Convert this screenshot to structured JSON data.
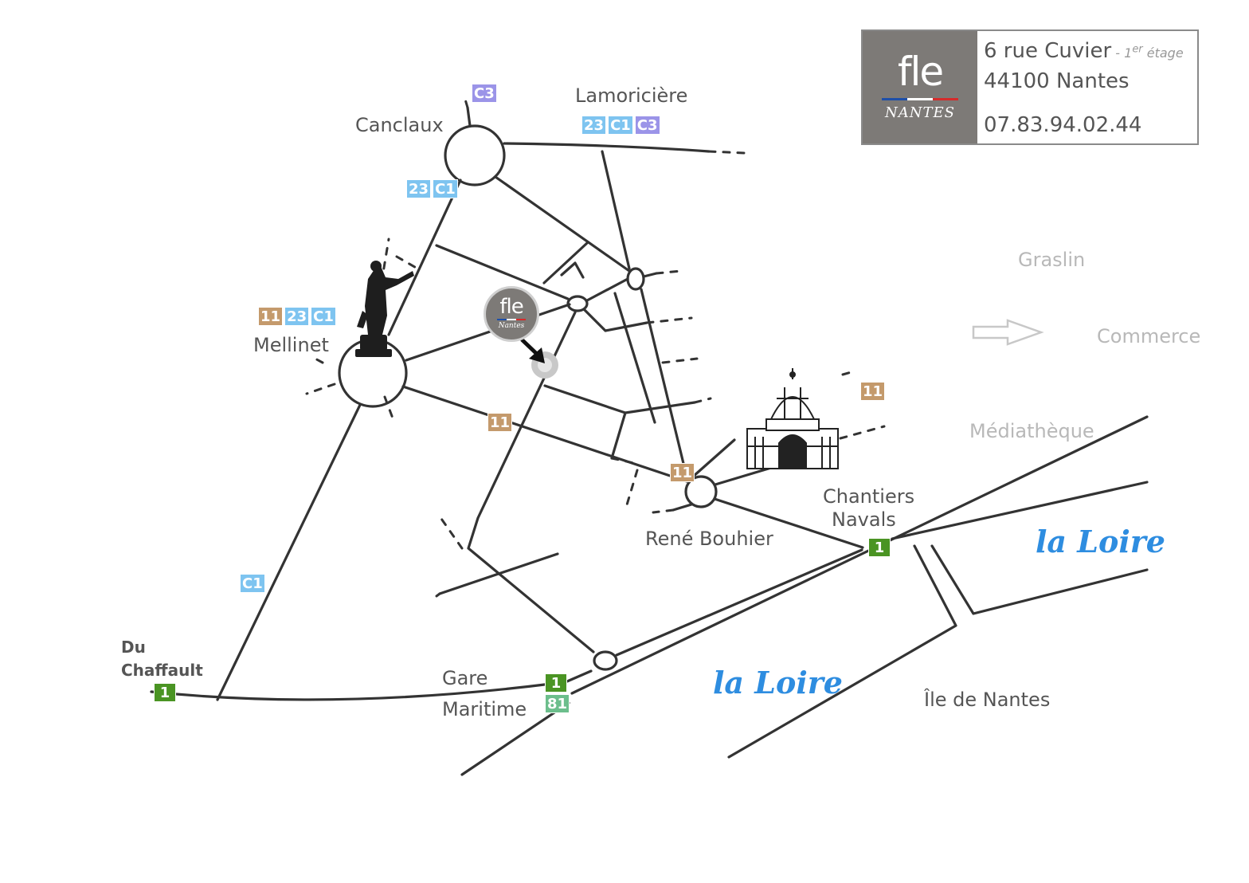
{
  "contact": {
    "logo_text": "fle",
    "logo_subtext": "NANTES",
    "street": "6 rue Cuvier",
    "floor_sep": " - ",
    "floor_num": "1",
    "floor_sup": "er",
    "floor_word": " étage",
    "postcode_city": "44100 Nantes",
    "phone": "07.83.94.02.44",
    "flag_colors": [
      "#1e4fa8",
      "#ffffff",
      "#d52b2b"
    ]
  },
  "marker": {
    "logo_text": "fle",
    "logo_subtext": "Nantes"
  },
  "places": {
    "canclaux": "Canclaux",
    "lamoriciere": "Lamoricière",
    "mellinet": "Mellinet",
    "graslin": "Graslin",
    "commerce": "Commerce",
    "mediatheque": "Médiathèque",
    "chantiers_line1": "Chantiers",
    "chantiers_line2": "Navals",
    "rene_bouhier": "René Bouhier",
    "du_chaffault_line1": "Du",
    "du_chaffault_line2": "Chaffault",
    "gare_line1": "Gare",
    "gare_line2": "Maritime",
    "ile_de_nantes": "Île de Nantes",
    "loire_north": "la Loire",
    "loire_south": "la Loire"
  },
  "transit": {
    "canclaux_top": [
      {
        "line": "C3",
        "color": "#9b94e8"
      }
    ],
    "lamoriciere": [
      {
        "line": "23",
        "color": "#7ec4f0"
      },
      {
        "line": "C1",
        "color": "#7ec4f0"
      },
      {
        "line": "C3",
        "color": "#9b94e8"
      }
    ],
    "canclaux_bottom": [
      {
        "line": "23",
        "color": "#7ec4f0"
      },
      {
        "line": "C1",
        "color": "#7ec4f0"
      }
    ],
    "mellinet": [
      {
        "line": "11",
        "color": "#c49a6c"
      },
      {
        "line": "23",
        "color": "#7ec4f0"
      },
      {
        "line": "C1",
        "color": "#7ec4f0"
      }
    ],
    "road_11_a": [
      {
        "line": "11",
        "color": "#c49a6c"
      }
    ],
    "road_11_b": [
      {
        "line": "11",
        "color": "#c49a6c"
      }
    ],
    "road_11_c": [
      {
        "line": "11",
        "color": "#c49a6c"
      }
    ],
    "chantiers": [
      {
        "line": "1",
        "color": "#4a9423"
      }
    ],
    "c1_south": [
      {
        "line": "C1",
        "color": "#7ec4f0"
      }
    ],
    "du_chaffault": [
      {
        "line": "1",
        "color": "#4a9423"
      }
    ],
    "gare_tram": [
      {
        "line": "1",
        "color": "#4a9423"
      }
    ],
    "gare_bus": [
      {
        "line": "81",
        "color": "#6cbe8c"
      }
    ]
  },
  "colors": {
    "road": "#333333",
    "label": "#555555",
    "faded_label": "#b8b8b8",
    "river_label": "#2e8de0",
    "logo_bg": "#7d7a77"
  }
}
